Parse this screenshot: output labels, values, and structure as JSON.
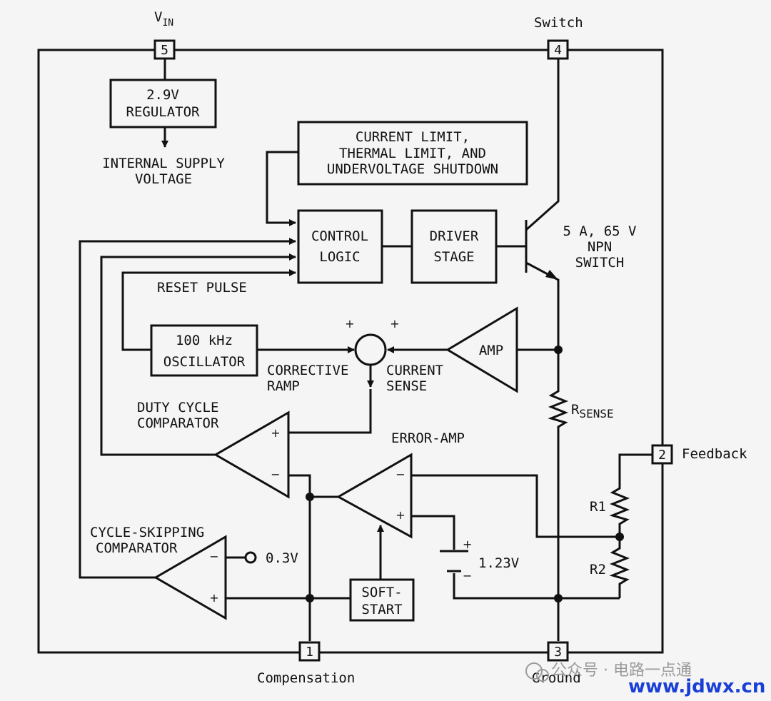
{
  "pins": {
    "vin": {
      "number": "5",
      "label_main": "V",
      "label_sub": "IN"
    },
    "switch": {
      "number": "4",
      "label": "Switch"
    },
    "feedback": {
      "number": "2",
      "label": "Feedback"
    },
    "compensation": {
      "number": "1",
      "label": "Compensation"
    },
    "ground": {
      "number": "3",
      "label": "Ground"
    }
  },
  "blocks": {
    "regulator": [
      "2.9V",
      "REGULATOR"
    ],
    "internal_supply": [
      "INTERNAL SUPPLY",
      "VOLTAGE"
    ],
    "limits": [
      "CURRENT LIMIT,",
      "THERMAL LIMIT, AND",
      "UNDERVOLTAGE SHUTDOWN"
    ],
    "control_logic": [
      "CONTROL",
      "LOGIC"
    ],
    "driver_stage": [
      "DRIVER",
      "STAGE"
    ],
    "npn_switch": [
      "5 A, 65 V",
      "NPN",
      "SWITCH"
    ],
    "reset_pulse": "RESET PULSE",
    "oscillator": [
      "100 kHz",
      "OSCILLATOR"
    ],
    "corrective_ramp": [
      "CORRECTIVE",
      "RAMP"
    ],
    "current_sense": [
      "CURRENT",
      "SENSE"
    ],
    "amp": "AMP",
    "rsense_main": "R",
    "rsense_sub": "SENSE",
    "duty_cycle_comparator": [
      "DUTY CYCLE",
      "COMPARATOR"
    ],
    "error_amp": "ERROR-AMP",
    "r1": "R1",
    "r2": "R2",
    "cycle_skipping_comparator": [
      "CYCLE-SKIPPING",
      "COMPARATOR"
    ],
    "ref_03v": "0.3V",
    "ref_123v": "1.23V",
    "soft_start": [
      "SOFT-",
      "START"
    ]
  },
  "signs": {
    "plus": "+",
    "minus": "−"
  },
  "watermark": {
    "wechat": "公众号 · 电路一点通",
    "site": "www.jdwx.cn"
  }
}
